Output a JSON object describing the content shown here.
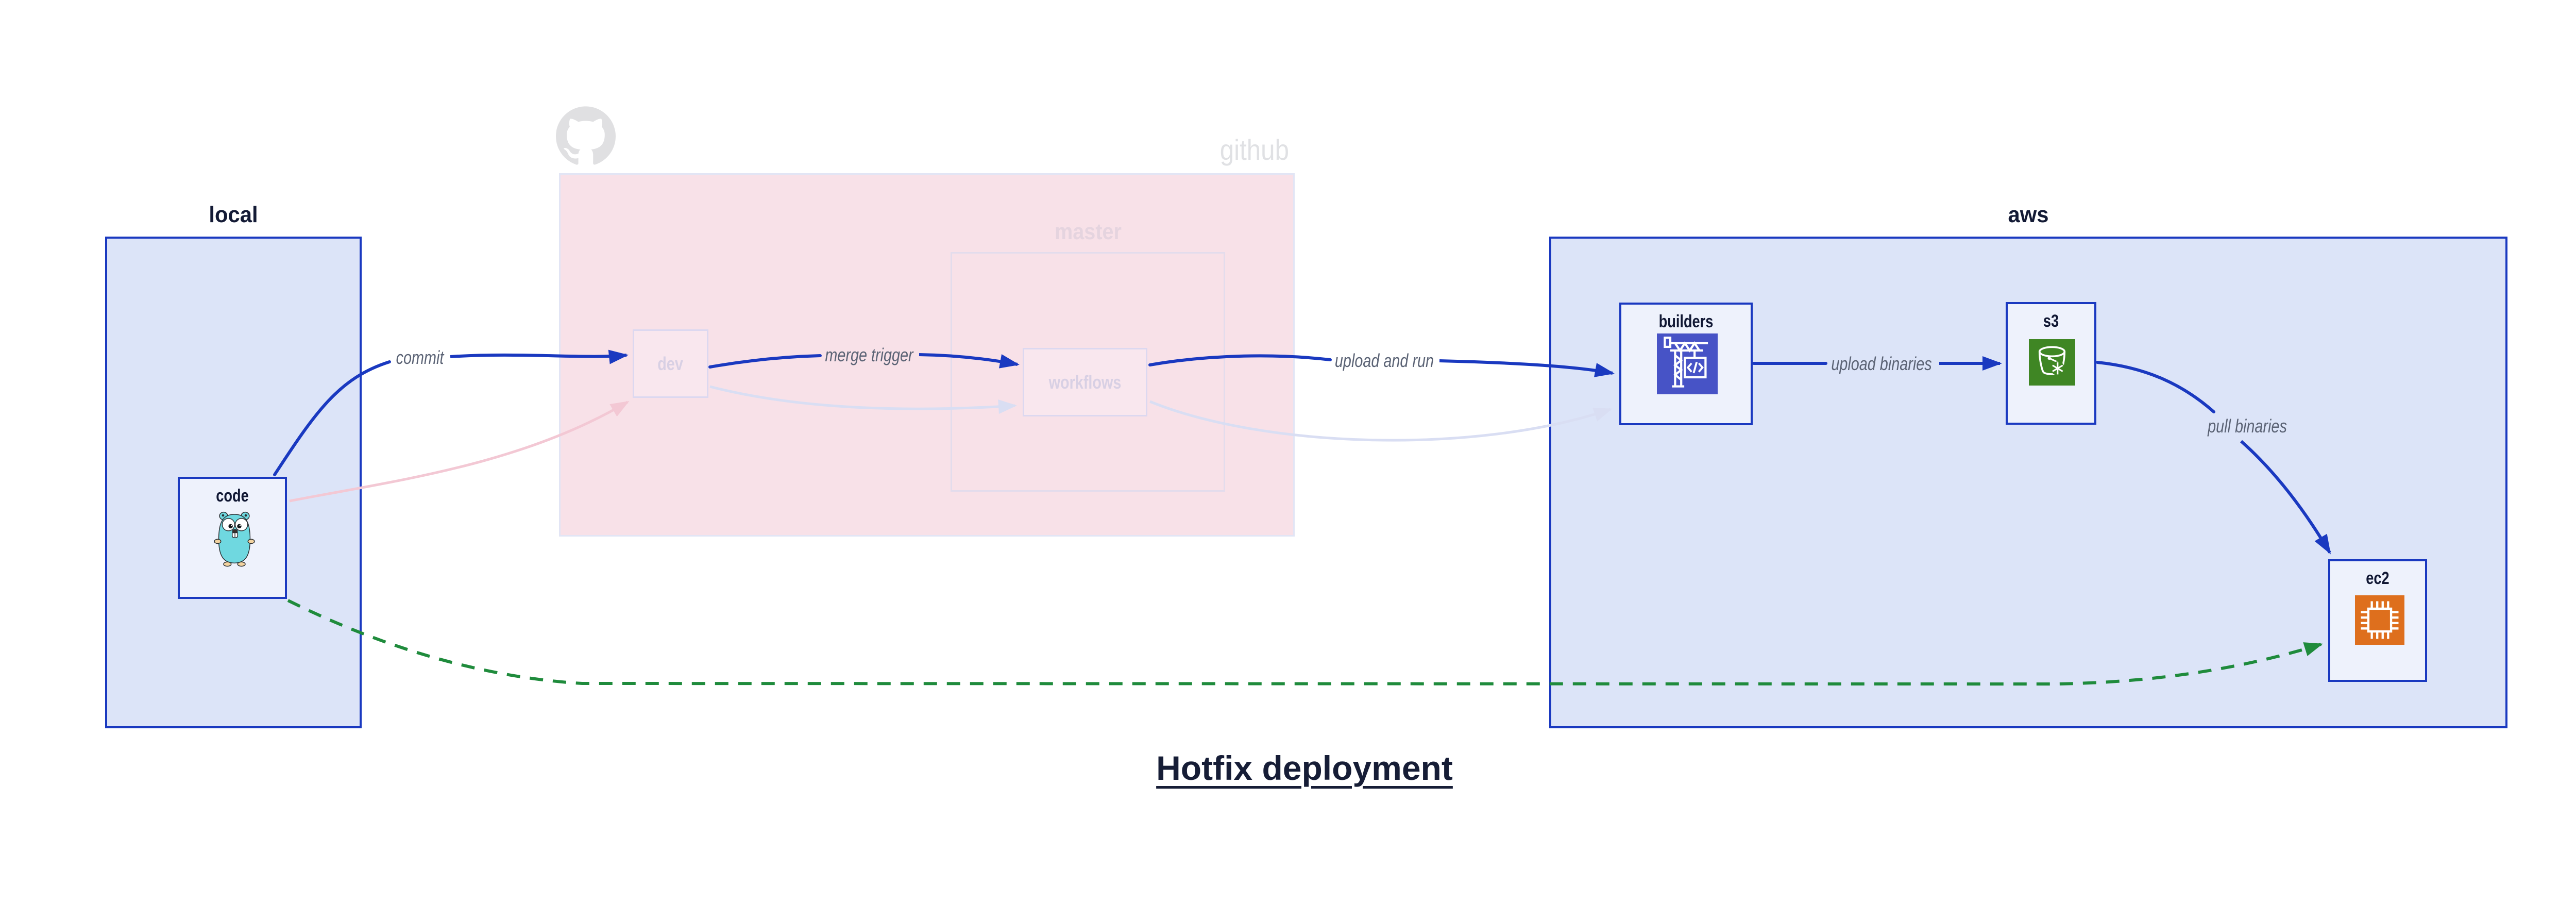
{
  "title": {
    "text": "Hotfix deployment"
  },
  "containers": {
    "local": {
      "label": "local"
    },
    "github": {
      "label": "github",
      "master": {
        "label": "master"
      }
    },
    "aws": {
      "label": "aws"
    }
  },
  "nodes": {
    "code": {
      "label": "code",
      "icon": "go-gopher"
    },
    "dev": {
      "label": "dev",
      "state": "faded"
    },
    "workflows": {
      "label": "workflows",
      "state": "faded"
    },
    "builders": {
      "label": "builders",
      "icon": "aws-codebuild-crane"
    },
    "s3": {
      "label": "s3",
      "icon": "aws-s3-bucket"
    },
    "ec2": {
      "label": "ec2",
      "icon": "aws-ec2-chip"
    }
  },
  "edges": {
    "commit": {
      "label": "commit",
      "from": "code",
      "to": "dev",
      "style": "solid-blue"
    },
    "merge_trigger": {
      "label": "merge trigger",
      "from": "dev",
      "to": "workflows",
      "style": "solid-blue"
    },
    "upload_and_run": {
      "label": "upload and run",
      "from": "workflows",
      "to": "builders",
      "style": "solid-blue"
    },
    "upload_binaries": {
      "label": "upload binaries",
      "from": "builders",
      "to": "s3",
      "style": "solid-blue"
    },
    "pull_binaries": {
      "label": "pull binaries",
      "from": "s3",
      "to": "ec2",
      "style": "solid-blue"
    },
    "hotfix_path": {
      "label": "",
      "from": "code",
      "to": "ec2",
      "style": "dashed-green"
    },
    "faded_code_to_dev": {
      "label": "",
      "from": "code",
      "to": "dev",
      "style": "faded-pink"
    },
    "faded_dev_to_workflows": {
      "label": "",
      "from": "dev",
      "to": "workflows",
      "style": "faded-lavender"
    },
    "faded_workflows_to_builders": {
      "label": "",
      "from": "workflows",
      "to": "builders",
      "style": "faded-lavender"
    }
  },
  "colors": {
    "blue": "#1a39c0",
    "container-fill": "#dce4f8",
    "node-fill": "#eef2fc",
    "github-pink-fill": "#f8e1e8",
    "github-pink-border": "#e2e5f5",
    "faded-node-fill": "#f9e7ee",
    "faded-node-border": "#dcd8f0",
    "faded-label": "#d8d0e4",
    "master-label": "#e5d4df",
    "github-gray": "#e0e1e4",
    "octocat-gray": "#e0e0e2",
    "edge-label-gray": "#5b6375",
    "node-label-navy": "#111834",
    "title-navy": "#161d36",
    "green-dashed": "#1f8b3c",
    "faded-pink-arrow": "#f3c8d4",
    "faded-lavender-arrow": "#d9def3",
    "codebuild-indigo": "#4753c6",
    "s3-green": "#3f8624",
    "ec2-orange": "#de6f1d",
    "gopher-cyan": "#6fd8e0"
  }
}
